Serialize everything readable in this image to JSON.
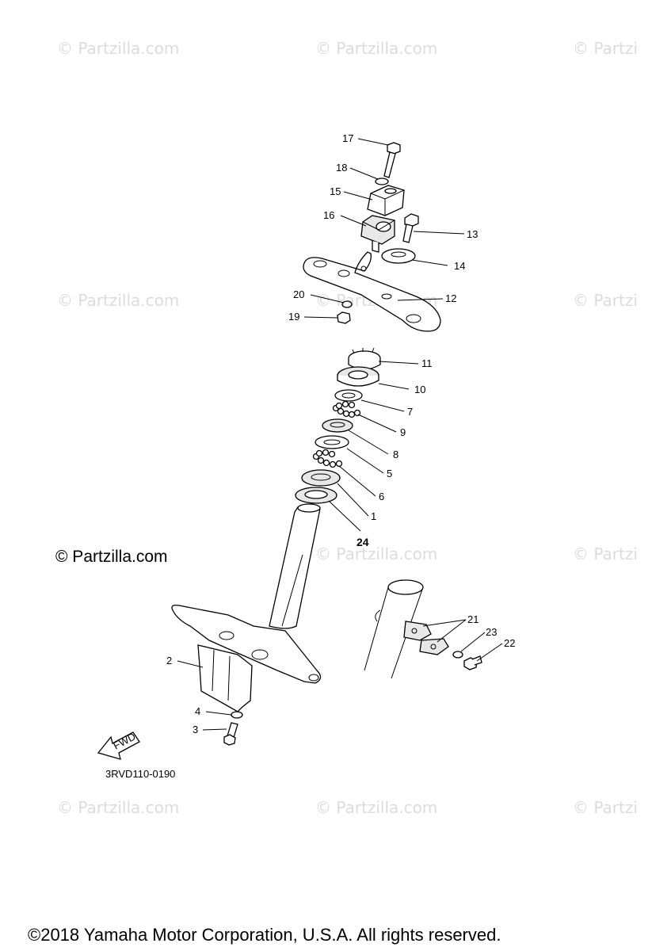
{
  "watermark": "© Partzilla.com",
  "watermark_partial": "© Partzi",
  "watermark_main": "© Partzilla.com",
  "diagram_code": "3RVD110-0190",
  "fwd_label": "FWD",
  "copyright": "©2018  Yamaha Motor Corporation, U.S.A. All rights reserved.",
  "callouts": {
    "c1": "1",
    "c2": "2",
    "c3": "3",
    "c4": "4",
    "c5": "5",
    "c6": "6",
    "c7": "7",
    "c8": "8",
    "c9": "9",
    "c10": "10",
    "c11": "11",
    "c12": "12",
    "c13": "13",
    "c14": "14",
    "c15": "15",
    "c16": "16",
    "c17": "17",
    "c18": "18",
    "c19": "19",
    "c20": "20",
    "c21": "21",
    "c22": "22",
    "c23": "23",
    "c24": "24"
  }
}
